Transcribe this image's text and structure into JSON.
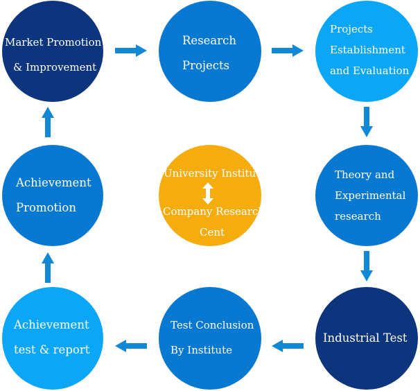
{
  "colors": {
    "dark_navy": "#0c357e",
    "mid_blue": "#0978d0",
    "light_blue": "#0ba6f5",
    "center_orange": "#f5ac0f",
    "arrow_blue": "#1287d4",
    "inner_arrow": "#ffffff"
  },
  "nodes": {
    "market_promotion": [
      "Market Promotion",
      "& Improvement"
    ],
    "research_projects": [
      "Research",
      "Projects"
    ],
    "projects_establishment": [
      "Projects",
      "Establishment",
      "and Evaluation"
    ],
    "theory_research": [
      "Theory and",
      "Experimental",
      "research"
    ],
    "industrial_test": [
      "Industrial Test"
    ],
    "test_conclusion": [
      "Test Conclusion",
      "By Institute"
    ],
    "achievement_test": [
      "Achievement",
      "test & report"
    ],
    "achievement_promotion": [
      "Achievement",
      "Promotion"
    ]
  },
  "center": {
    "top": "University Institute",
    "bottom": [
      "Company Research",
      "Cent"
    ]
  }
}
